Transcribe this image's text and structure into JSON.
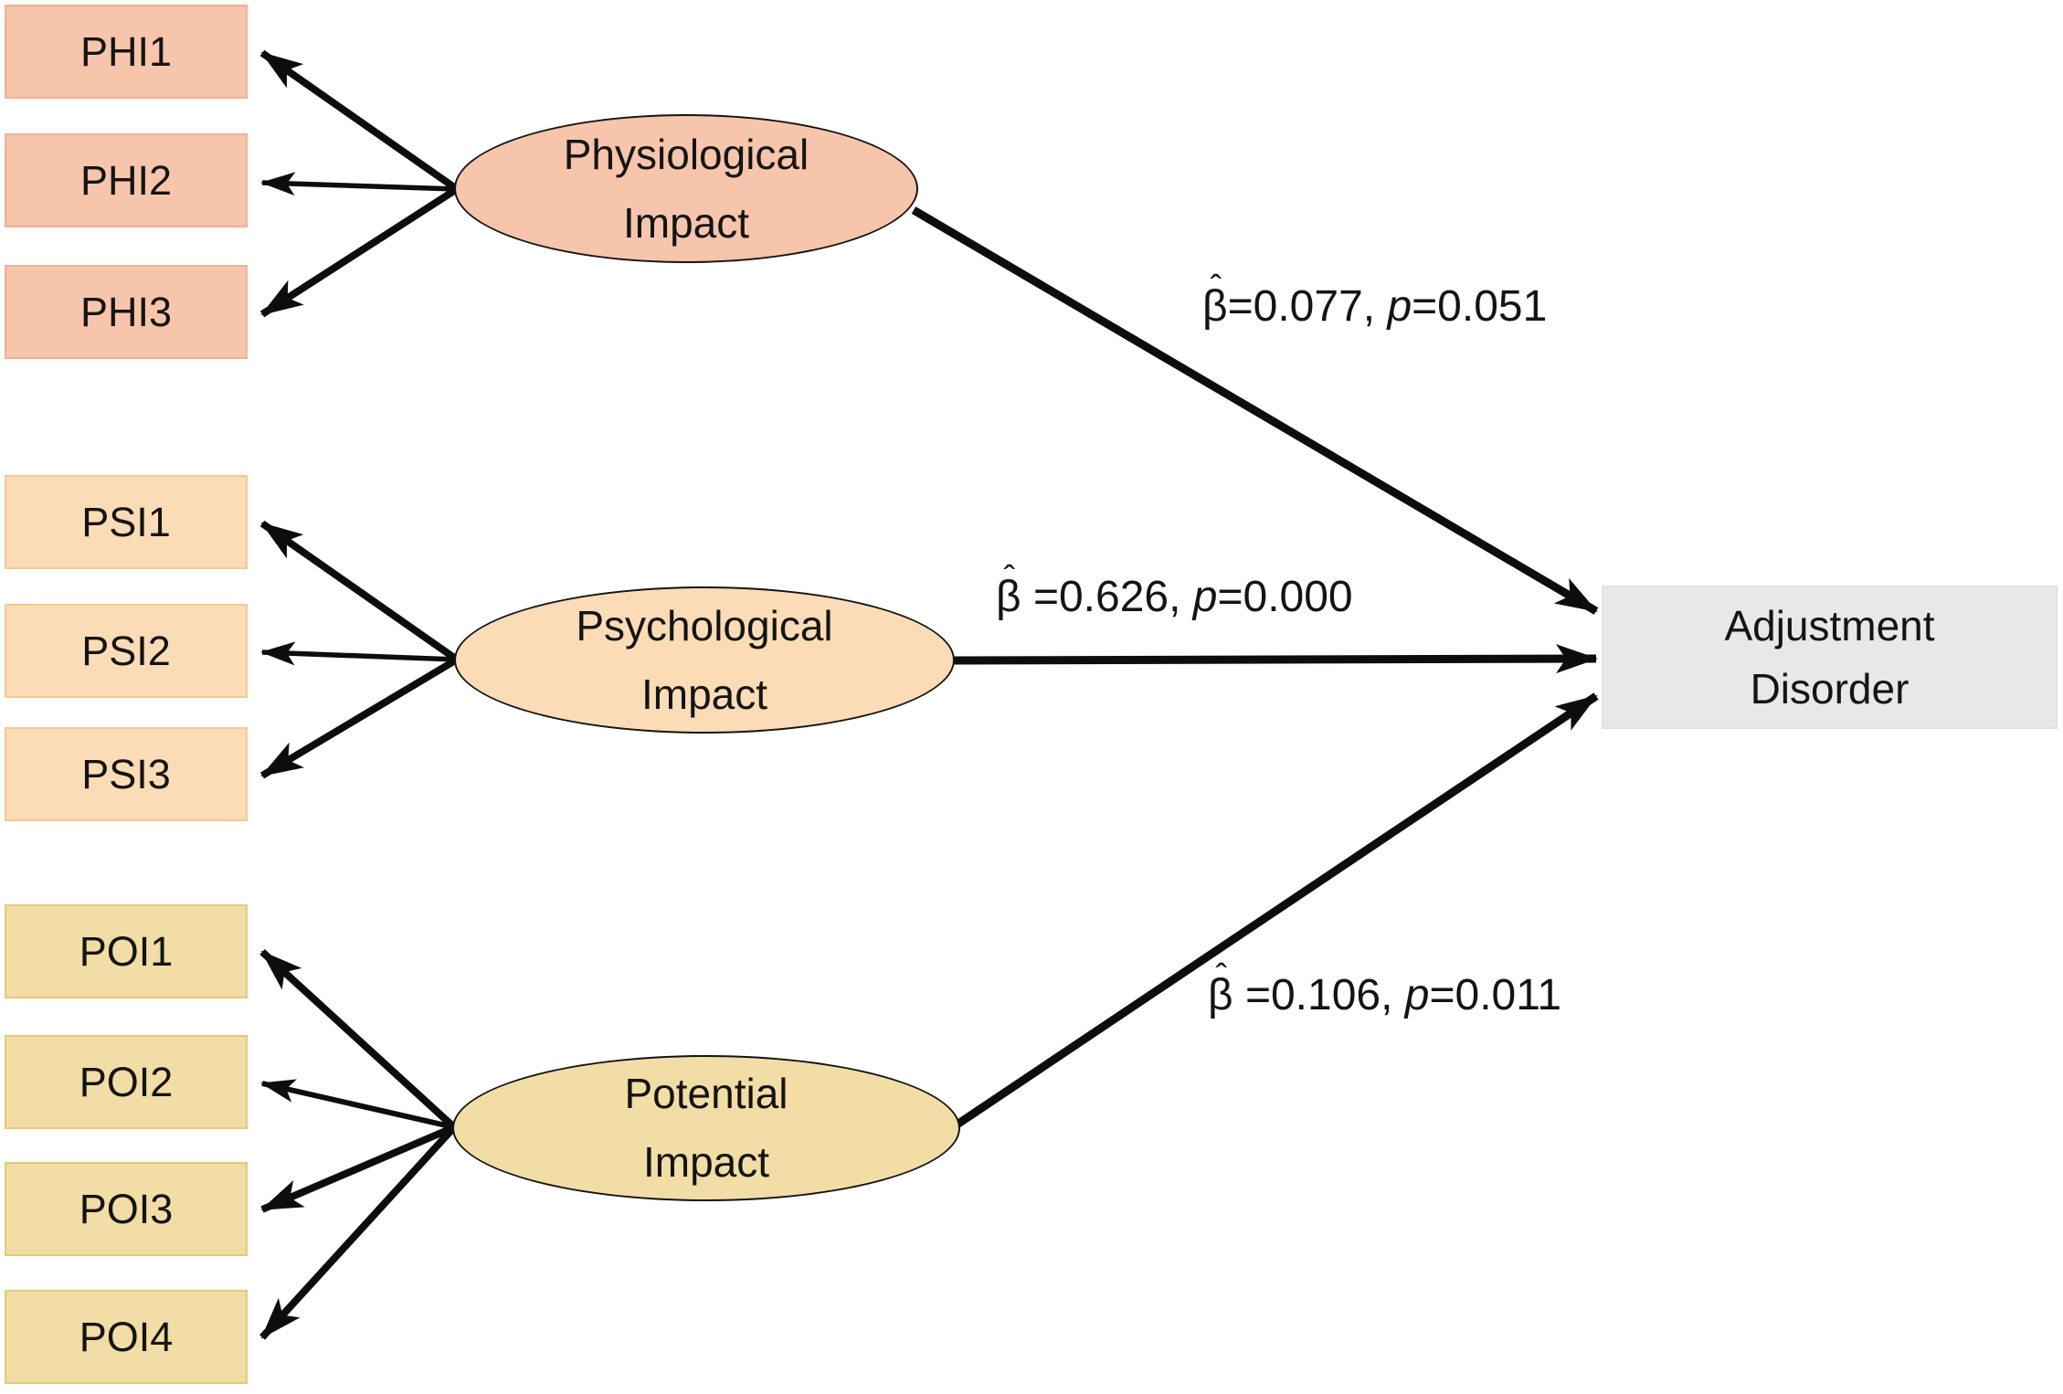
{
  "colors": {
    "phi_fill": "#f6c5ab",
    "phi_border": "#efb196",
    "psi_fill": "#fbdcb6",
    "psi_border": "#f3c992",
    "poi_fill": "#f1dda5",
    "poi_border": "#e4c87e",
    "outcome_fill": "#e9e8e6",
    "outcome_border": "#e2e1df",
    "line": "#0d0d0d",
    "text": "#141414",
    "background": "#ffffff"
  },
  "clusters": [
    {
      "id": "physiological",
      "ellipse_line1": "Physiological",
      "ellipse_line2": "Impact",
      "indicators": [
        {
          "label": "PHI1"
        },
        {
          "label": "PHI2"
        },
        {
          "label": "PHI3"
        }
      ]
    },
    {
      "id": "psychological",
      "ellipse_line1": "Psychological",
      "ellipse_line2": "Impact",
      "indicators": [
        {
          "label": "PSI1"
        },
        {
          "label": "PSI2"
        },
        {
          "label": "PSI3"
        }
      ]
    },
    {
      "id": "potential",
      "ellipse_line1": "Potential",
      "ellipse_line2": "Impact",
      "indicators": [
        {
          "label": "POI1"
        },
        {
          "label": "POI2"
        },
        {
          "label": "POI3"
        },
        {
          "label": "POI4"
        }
      ]
    }
  ],
  "outcome": {
    "line1": "Adjustment",
    "line2": "Disorder"
  },
  "paths": [
    {
      "from": "Physiological Impact",
      "to": "Adjustment Disorder",
      "beta_value": "0.077",
      "p_value": "0.051",
      "beta_symbol": "β",
      "hat_symbol": "ˆ",
      "beta_eq": "=0.077, ",
      "p_symbol": "p",
      "p_eq": "=0.051"
    },
    {
      "from": "Psychological Impact",
      "to": "Adjustment Disorder",
      "beta_value": "0.626",
      "p_value": "0.000",
      "beta_symbol": "β",
      "hat_symbol": "ˆ",
      "beta_eq": " =0.626, ",
      "p_symbol": "p",
      "p_eq": "=0.000"
    },
    {
      "from": "Potential Impact",
      "to": "Adjustment Disorder",
      "beta_value": "0.106",
      "p_value": "0.011",
      "beta_symbol": "β",
      "hat_symbol": "ˆ",
      "beta_eq": " =0.106, ",
      "p_symbol": "p",
      "p_eq": "=0.011"
    }
  ]
}
